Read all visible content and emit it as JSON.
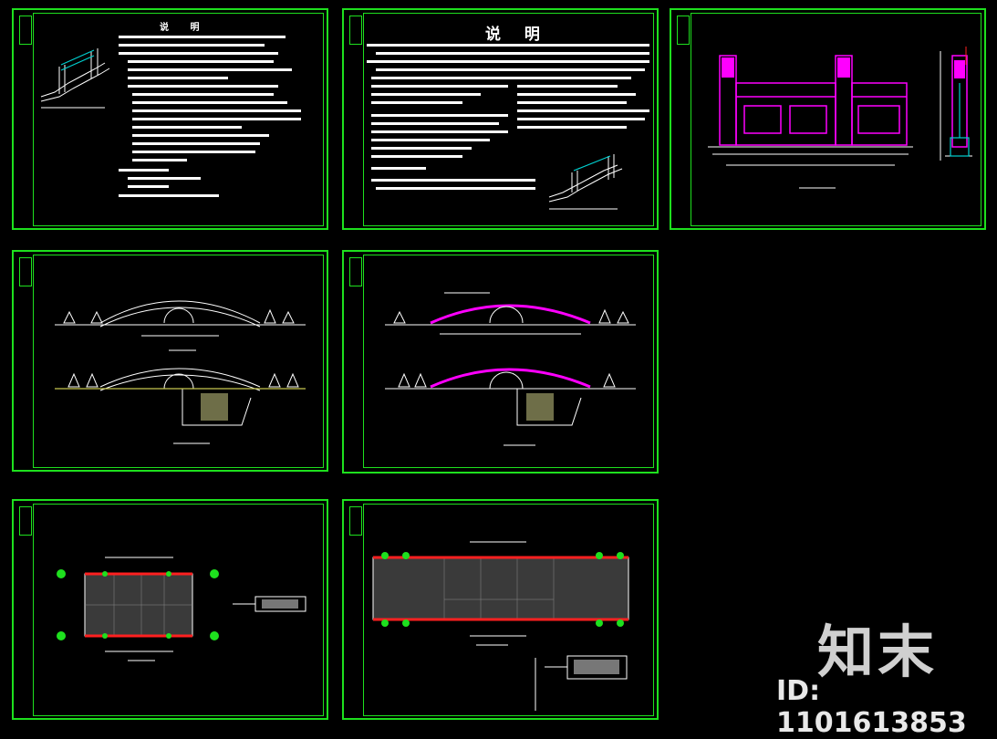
{
  "sheets": {
    "s1": {
      "title": "说 明"
    },
    "s2": {
      "title": "说 明"
    }
  },
  "watermark": {
    "logo": "知末",
    "id_text": "ID: 1101613853"
  },
  "colors": {
    "frame": "#1ee01e",
    "line": "#ffffff",
    "accent": "#ff00ff",
    "red": "#ff2020",
    "cyan": "#00d0d0"
  }
}
